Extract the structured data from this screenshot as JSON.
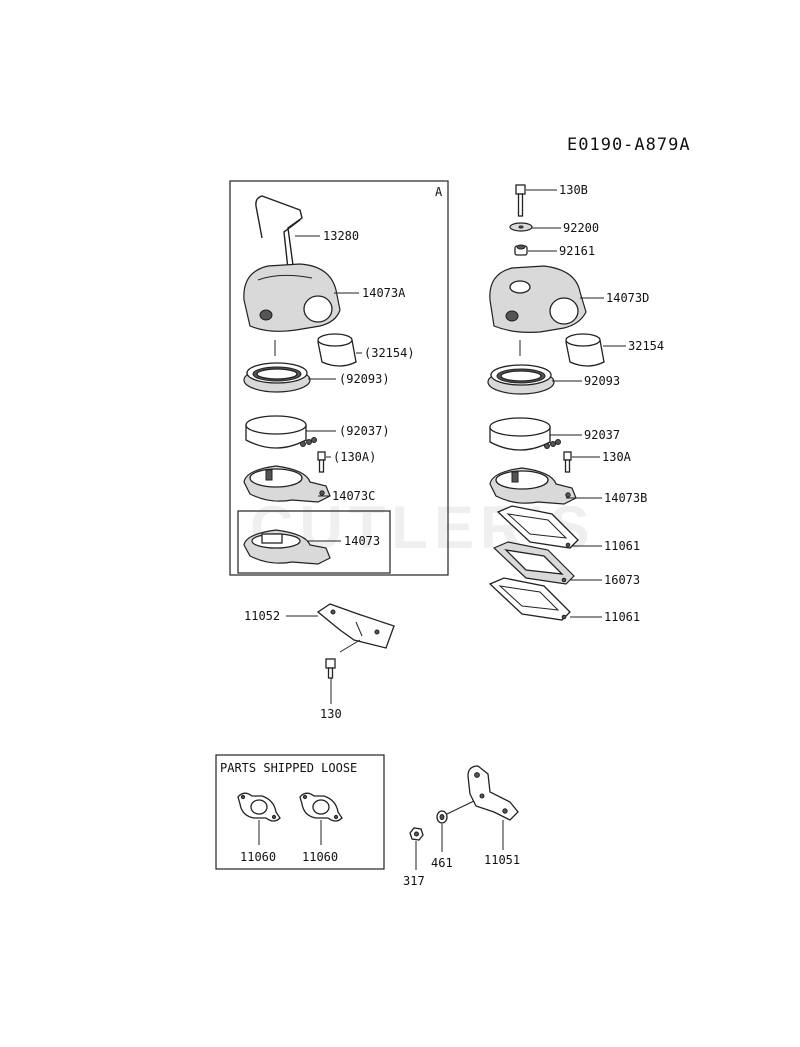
{
  "diagram_id": "E0190-A879A",
  "watermark": "CUTLER'S",
  "box_a": {
    "letter": "A"
  },
  "loose_box": {
    "title": "PARTS SHIPPED LOOSE"
  },
  "labels": {
    "p13280": "13280",
    "p14073A": "14073A",
    "p32154_paren": "(32154)",
    "p92093_paren": "(92093)",
    "p92037_paren": "(92037)",
    "p130A_paren": "(130A)",
    "p14073C": "14073C",
    "p14073": "14073",
    "p130B": "130B",
    "p92200": "92200",
    "p92161": "92161",
    "p14073D": "14073D",
    "p32154": "32154",
    "p92093": "92093",
    "p92037": "92037",
    "p130A": "130A",
    "p14073B": "14073B",
    "p11061_top": "11061",
    "p16073": "16073",
    "p11061_bottom": "11061",
    "p11052": "11052",
    "p130": "130",
    "p11060_left": "11060",
    "p11060_right": "11060",
    "p317": "317",
    "p461": "461",
    "p11051": "11051"
  }
}
